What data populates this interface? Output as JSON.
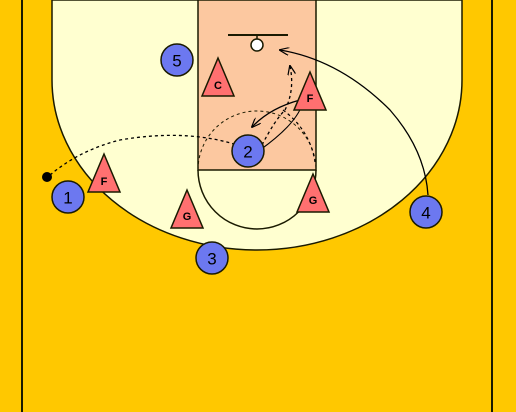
{
  "colors": {
    "outside": "#ffc800",
    "inside": "#ffffd0",
    "paint": "#fcc8a0",
    "border": "#1a1a00",
    "offense_fill": "#6c78f0",
    "defense_fill": "#ff7070",
    "line": "#000000"
  },
  "offense": [
    {
      "label": "1"
    },
    {
      "label": "2"
    },
    {
      "label": "3"
    },
    {
      "label": "4"
    },
    {
      "label": "5"
    }
  ],
  "defense": [
    {
      "label": "C"
    },
    {
      "label": "F"
    },
    {
      "label": "F"
    },
    {
      "label": "G"
    },
    {
      "label": "G"
    }
  ],
  "ball": {
    "name": "ball-icon"
  }
}
